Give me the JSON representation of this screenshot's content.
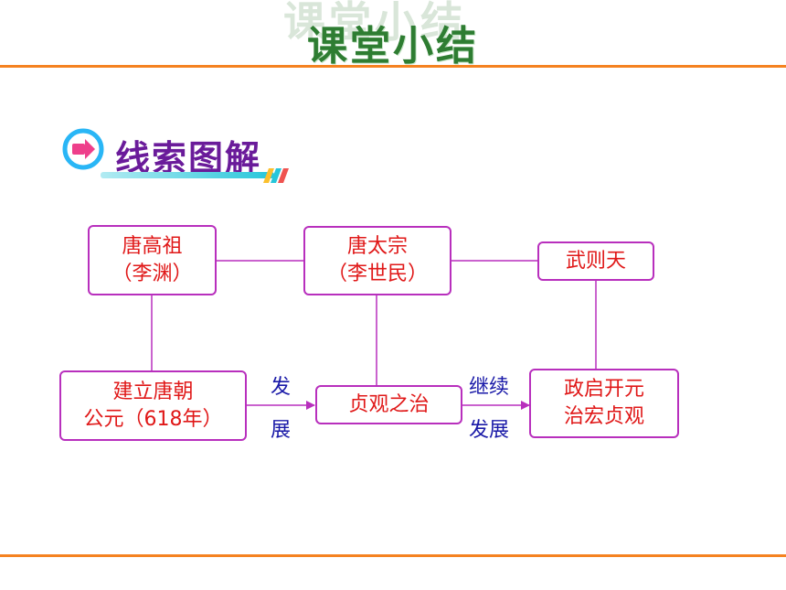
{
  "slide_title": "课堂小结",
  "section_title": "线索图解",
  "colors": {
    "accent_orange": "#f58220",
    "title_green": "#2e7d32",
    "box_border": "#b82fbd",
    "box_text": "#e01818",
    "label_blue": "#1a1aa8",
    "badge_pink": "#ee3f8b"
  },
  "nodes": {
    "tang_gaozu": {
      "line1": "唐高祖",
      "line2": "（李渊）"
    },
    "tang_taizong": {
      "line1": "唐太宗",
      "line2": "（李世民）"
    },
    "wu_zetian": {
      "line1": "武则天"
    },
    "found_tang": {
      "line1": "建立唐朝",
      "line2": "公元（618年）"
    },
    "zhenguan": {
      "line1": "贞观之治"
    },
    "kaiyuan": {
      "line1": "政启开元",
      "line2": "治宏贞观"
    }
  },
  "edge_labels": {
    "develop_top": "发",
    "develop_bottom": "展",
    "continue": "继续",
    "develop": "发展"
  }
}
